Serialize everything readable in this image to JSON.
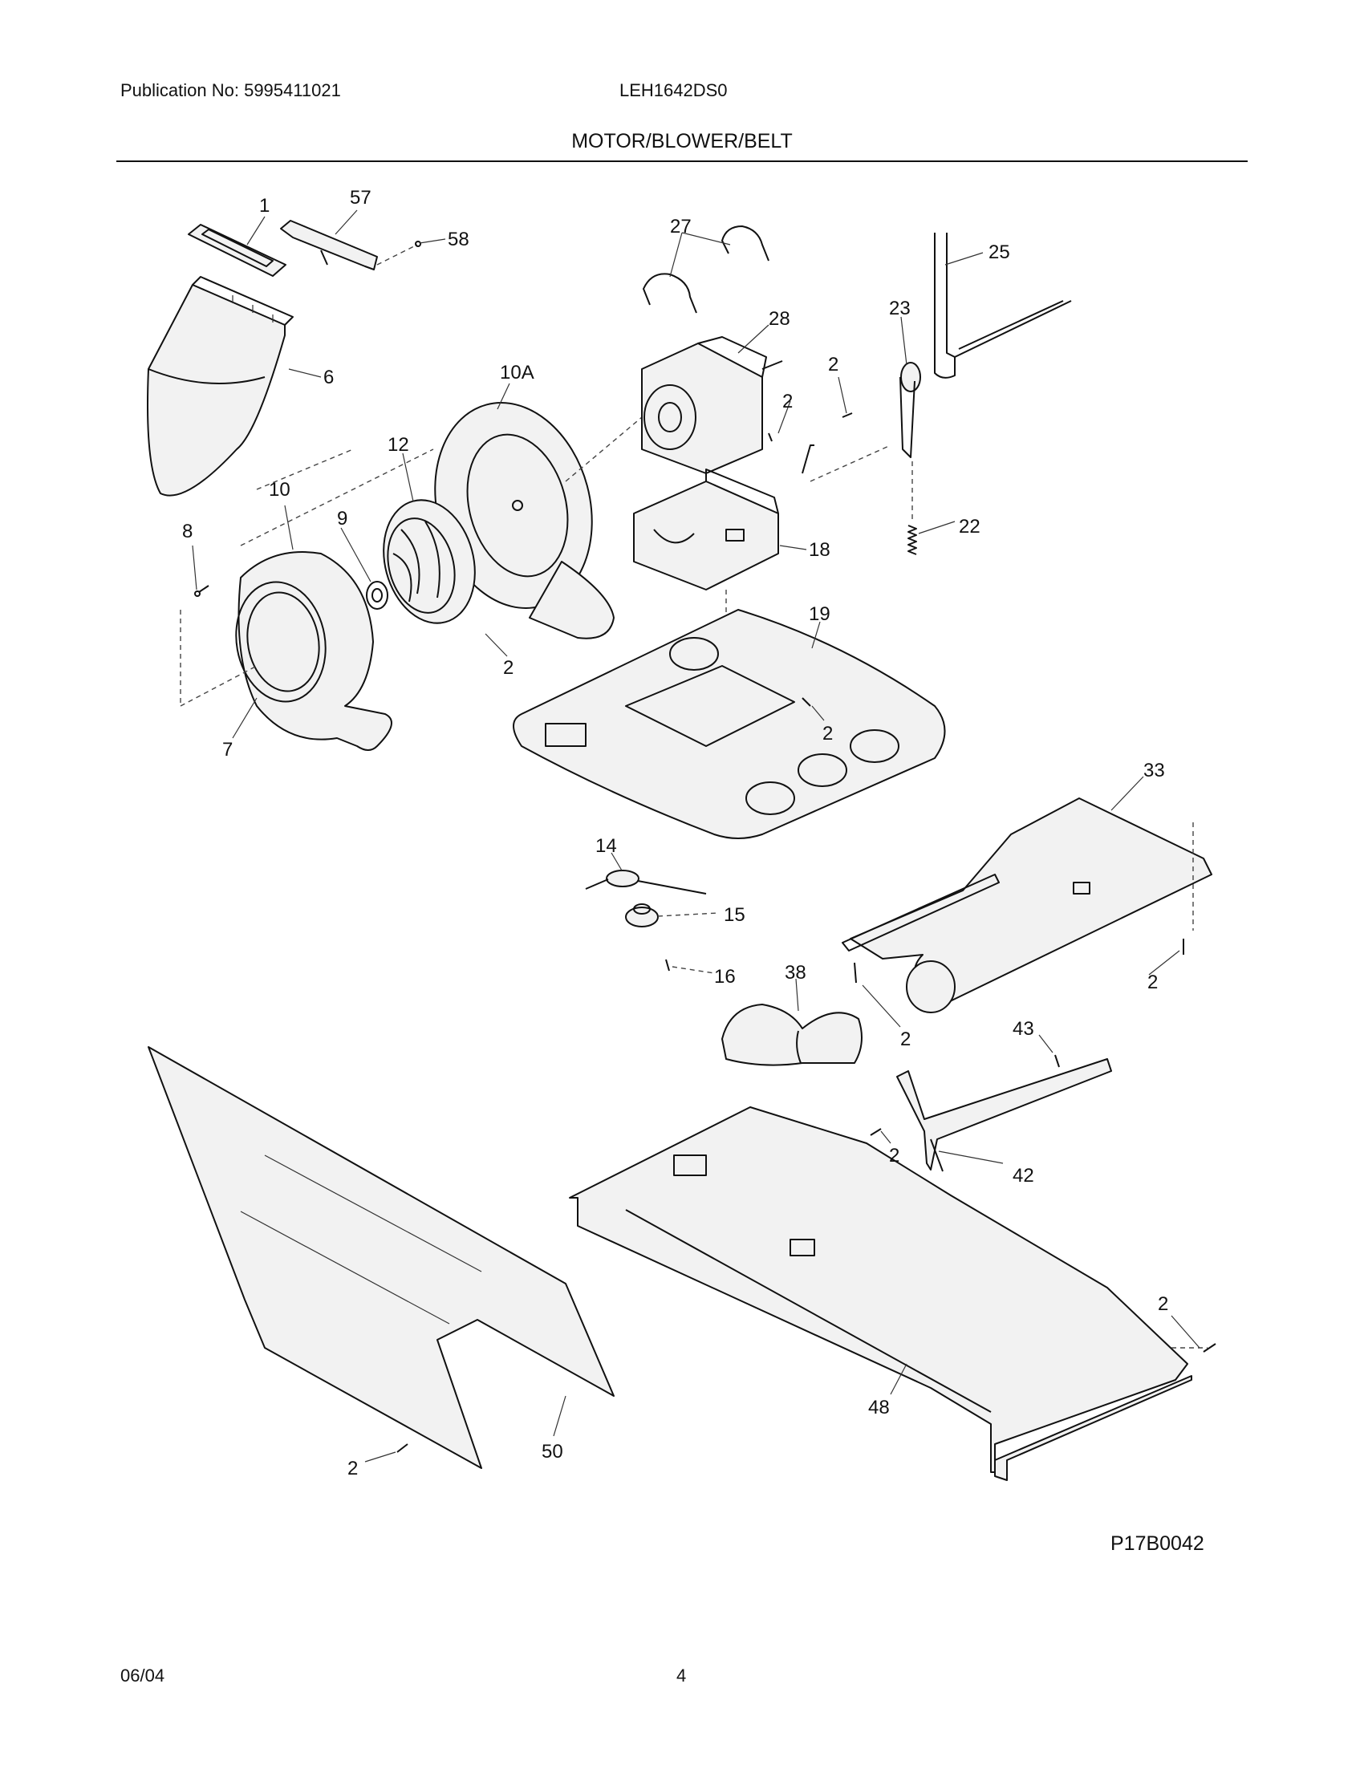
{
  "header": {
    "publication": "Publication No: 5995411021",
    "model": "LEH1642DS0",
    "section_title": "MOTOR/BLOWER/BELT"
  },
  "diagram": {
    "callouts": [
      "1",
      "57",
      "58",
      "6",
      "10A",
      "12",
      "10",
      "9",
      "8",
      "7",
      "2",
      "27",
      "28",
      "23",
      "25",
      "18",
      "22",
      "19",
      "33",
      "14",
      "15",
      "16",
      "38",
      "43",
      "42",
      "48",
      "50"
    ]
  },
  "footer": {
    "diagram_code": "P17B0042",
    "date": "06/04",
    "page": "4"
  }
}
